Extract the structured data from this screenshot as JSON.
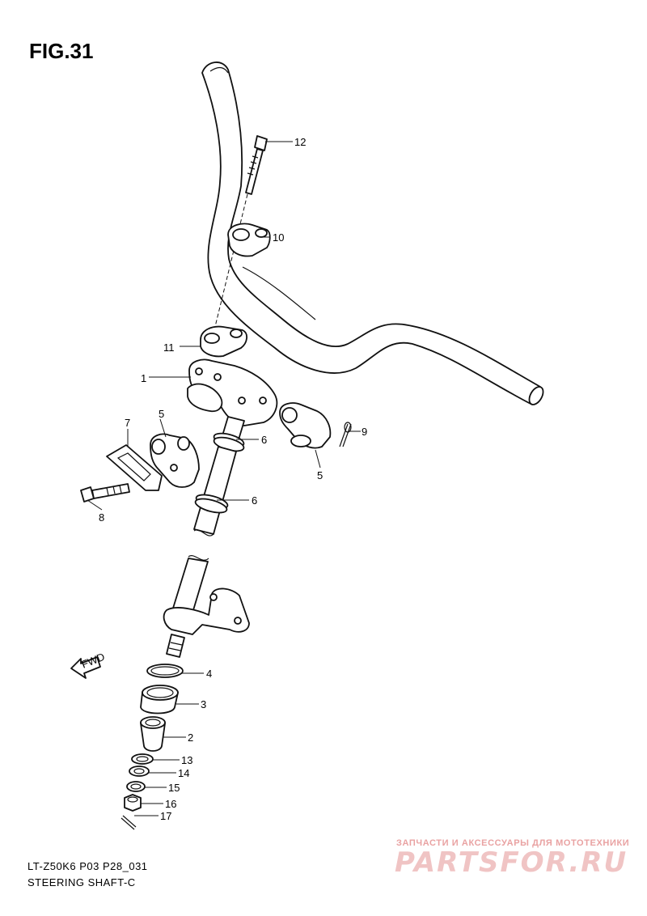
{
  "figure": {
    "title": "FIG.31",
    "code": "LT-Z50K6 P03 P28_031",
    "name": "STEERING SHAFT-C"
  },
  "fwd_label": "FWD",
  "callouts": [
    {
      "id": "c1",
      "label": "1"
    },
    {
      "id": "c2",
      "label": "2"
    },
    {
      "id": "c3",
      "label": "3"
    },
    {
      "id": "c4",
      "label": "4"
    },
    {
      "id": "c5a",
      "label": "5"
    },
    {
      "id": "c5b",
      "label": "5"
    },
    {
      "id": "c6a",
      "label": "6"
    },
    {
      "id": "c6b",
      "label": "6"
    },
    {
      "id": "c7",
      "label": "7"
    },
    {
      "id": "c8",
      "label": "8"
    },
    {
      "id": "c9",
      "label": "9"
    },
    {
      "id": "c10",
      "label": "10"
    },
    {
      "id": "c11",
      "label": "11"
    },
    {
      "id": "c12",
      "label": "12"
    },
    {
      "id": "c13",
      "label": "13"
    },
    {
      "id": "c14",
      "label": "14"
    },
    {
      "id": "c15",
      "label": "15"
    },
    {
      "id": "c16",
      "label": "16"
    },
    {
      "id": "c17",
      "label": "17"
    }
  ],
  "watermark": {
    "tagline": "ЗАПЧАСТИ И АКСЕССУАРЫ ДЛЯ МОТОТЕХНИКИ",
    "brand": "PARTSFOR.RU"
  }
}
